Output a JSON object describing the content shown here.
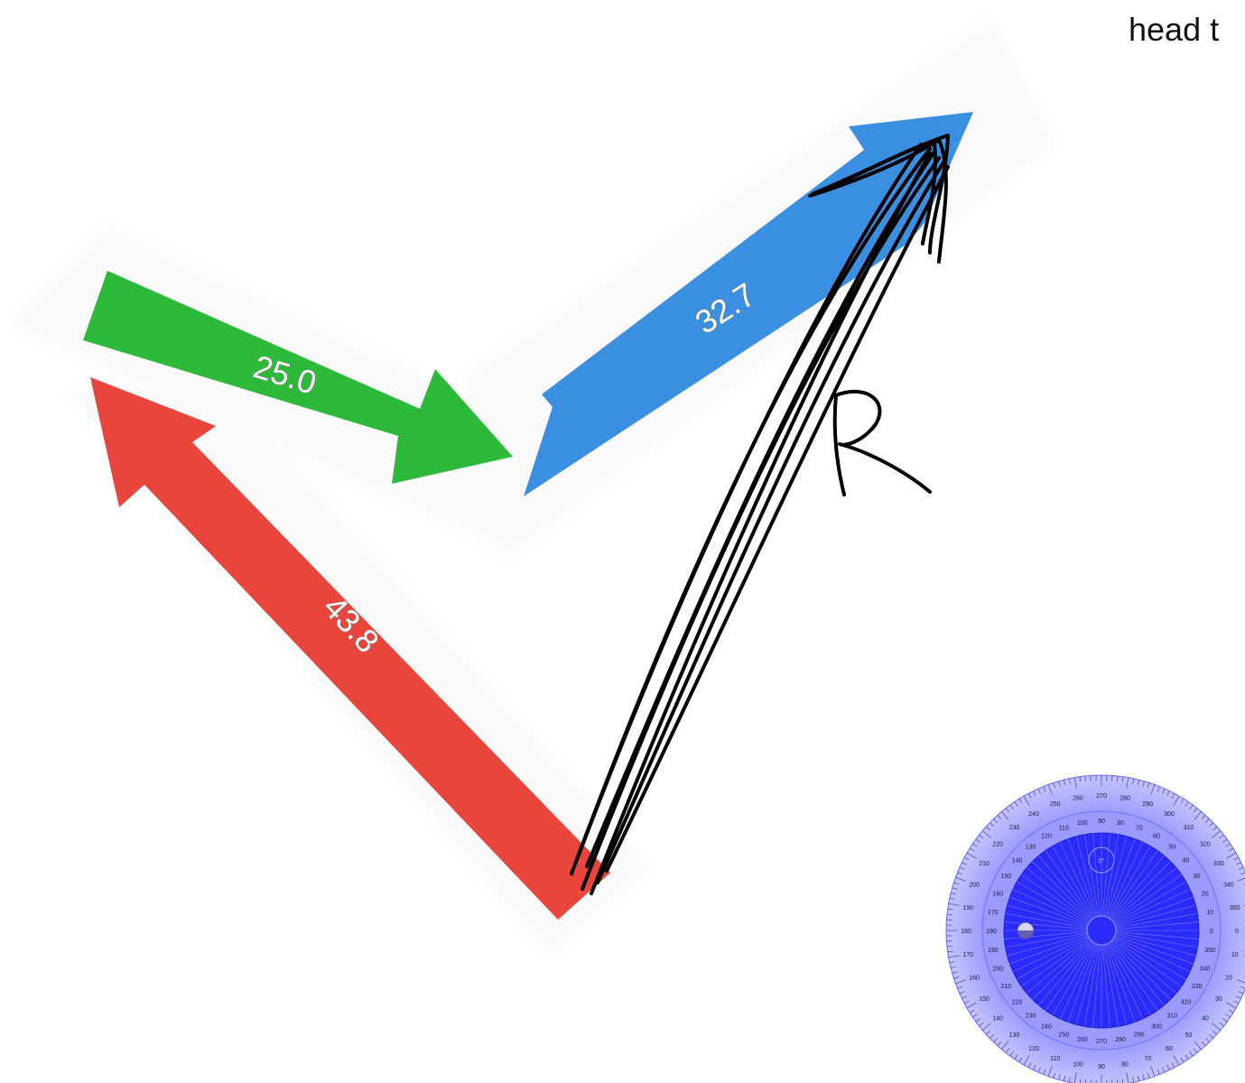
{
  "hint_text": "head t",
  "vectors": [
    {
      "label": "43.8",
      "color": "#e8453c"
    },
    {
      "label": "25.0",
      "color": "#2db93a"
    },
    {
      "label": "32.7",
      "color": "#3a8fe0"
    }
  ],
  "resultant_label": "R",
  "protractor": {
    "center_label": "0°",
    "outer_ring": [
      0,
      10,
      20,
      30,
      40,
      50,
      60,
      70,
      80,
      90,
      100,
      110,
      120,
      130,
      140,
      150,
      160,
      170,
      180,
      190,
      200,
      210,
      220,
      230,
      240,
      250,
      260,
      270,
      280,
      290,
      300,
      310,
      320,
      330,
      340,
      350
    ],
    "inner_ring": [
      0,
      10,
      20,
      30,
      40,
      50,
      60,
      70,
      80,
      90,
      100,
      110,
      120,
      130,
      140,
      150,
      160,
      170,
      180,
      190,
      200,
      210,
      220,
      230,
      240,
      250,
      260,
      270,
      280,
      290,
      300,
      310,
      320,
      330,
      340,
      350
    ],
    "colors": {
      "disc": "#2b2bff",
      "ring": "#a5a5ff"
    }
  }
}
